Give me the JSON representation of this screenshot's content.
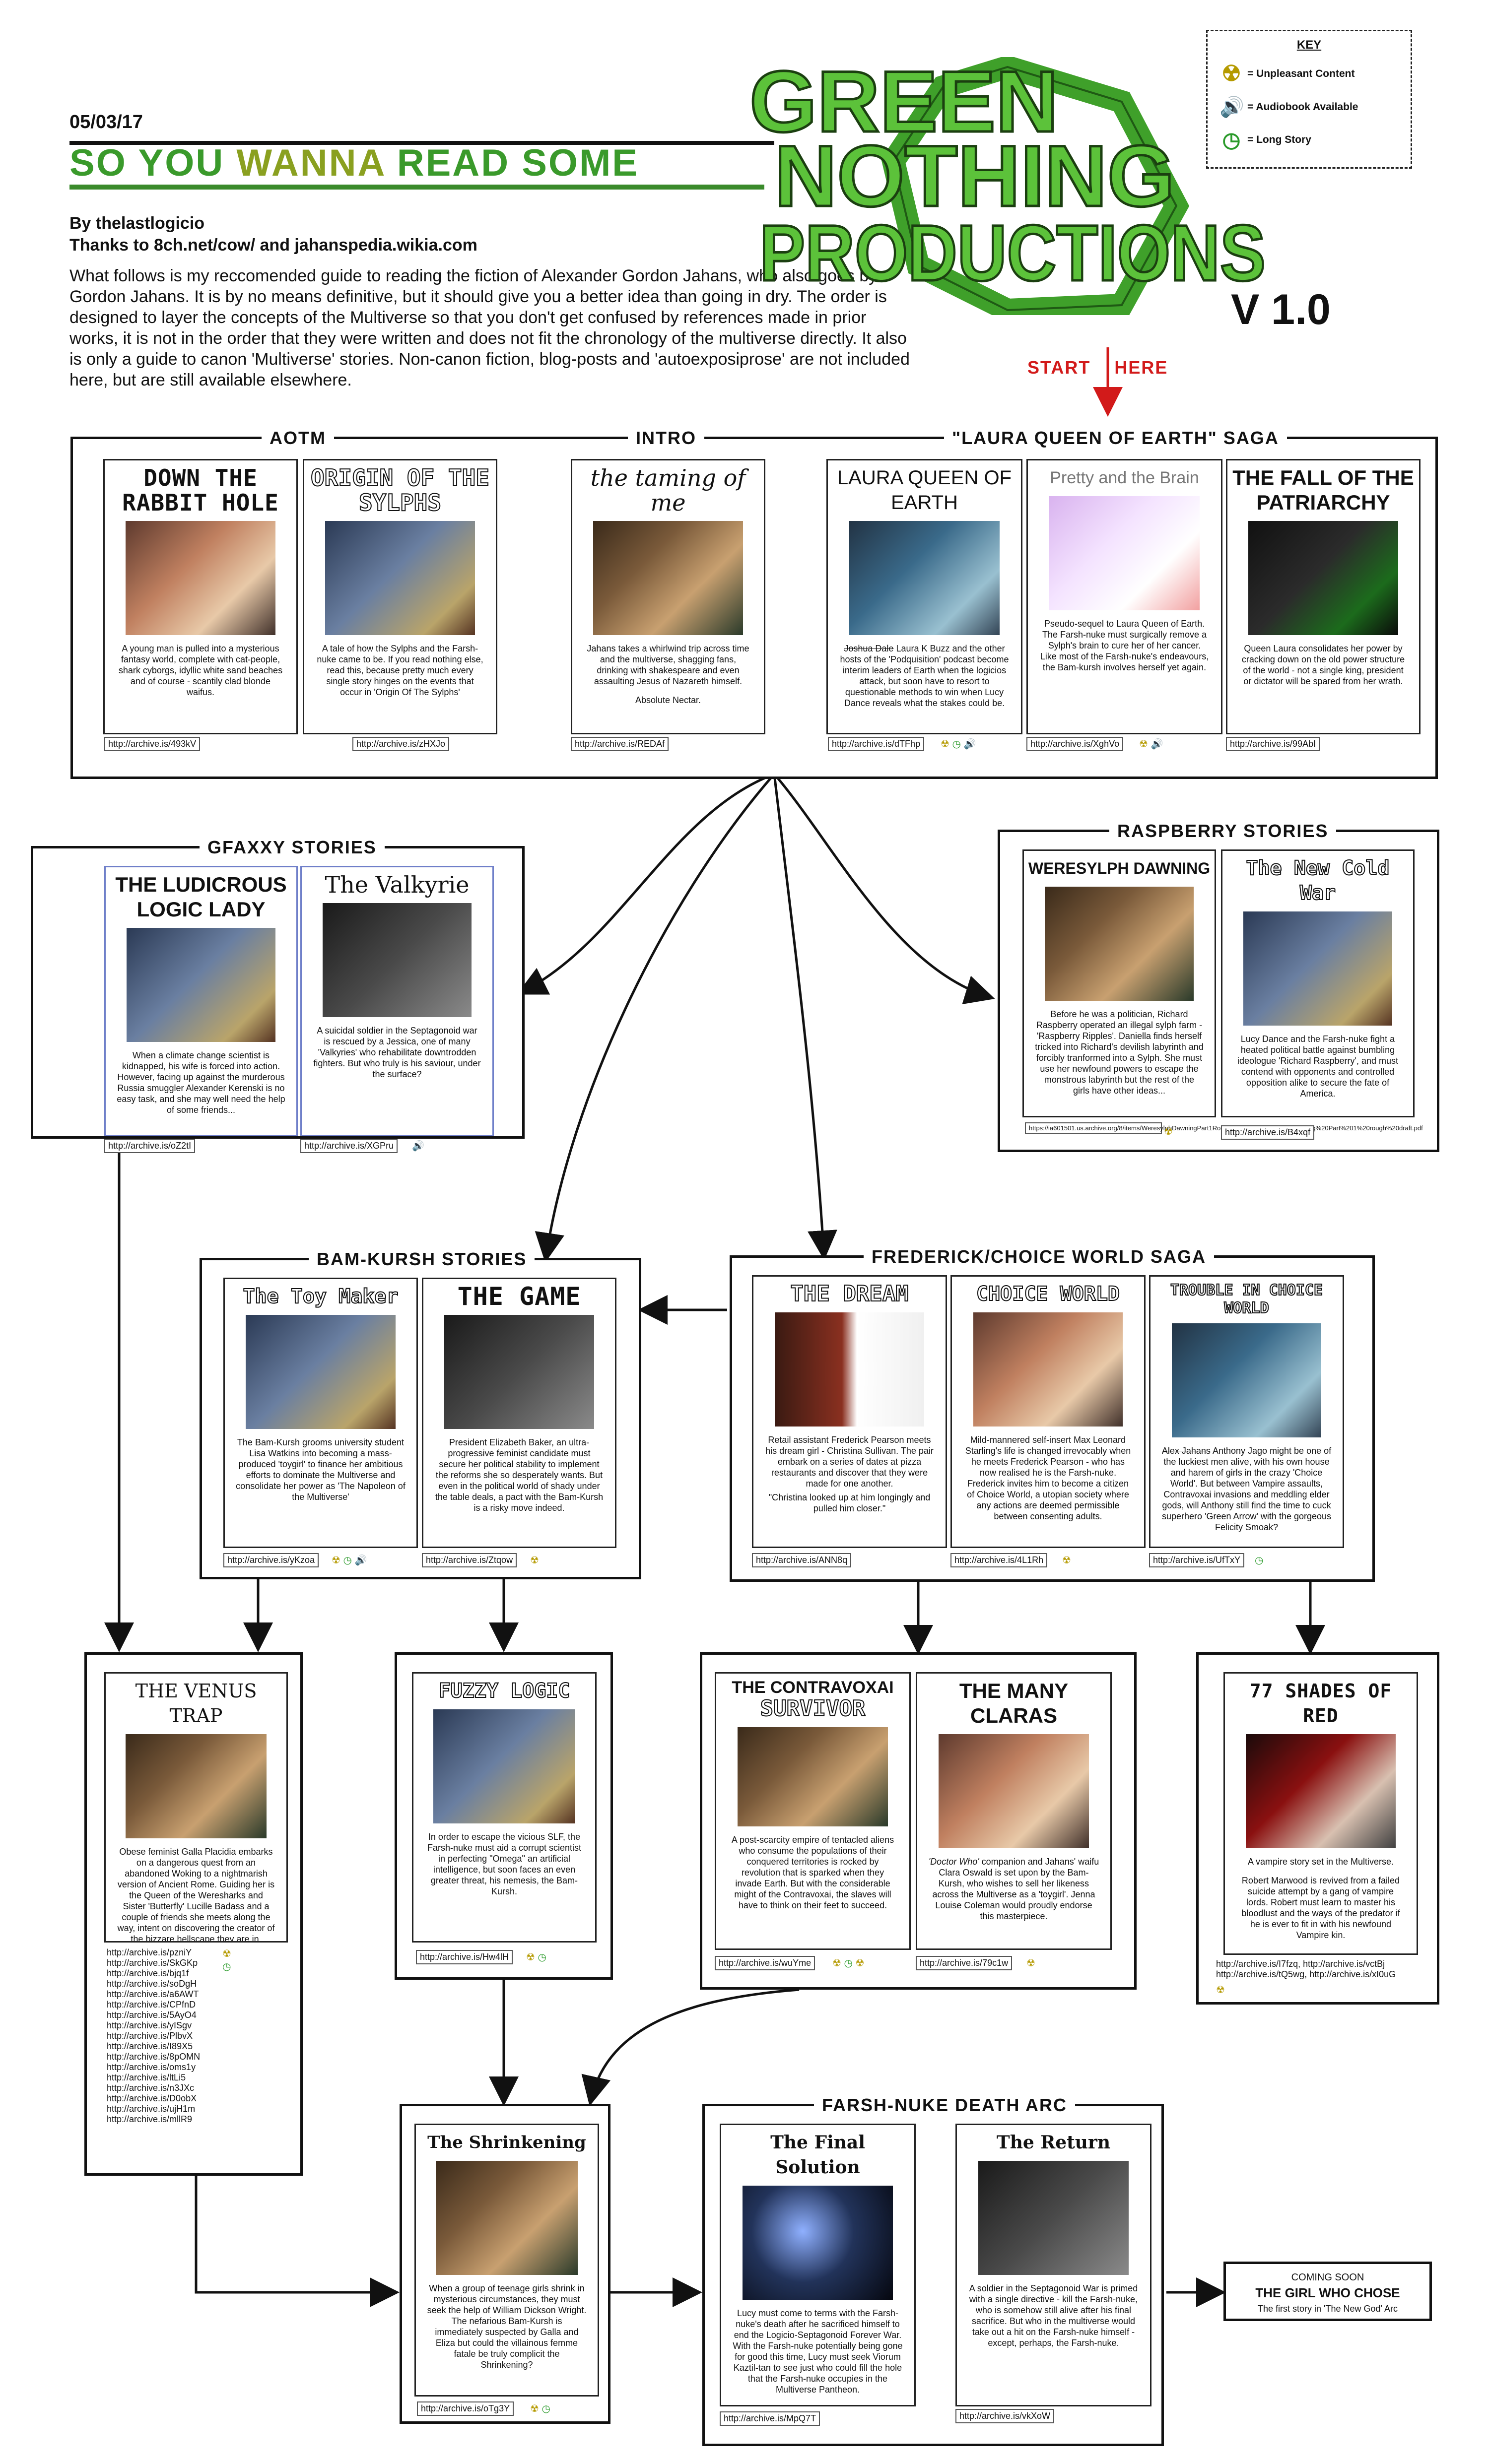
{
  "header": {
    "date": "05/03/17",
    "headline_1": "SO YOU ",
    "headline_2": "WANNA ",
    "headline_3": "READ SOME",
    "by": "By thelastlogicio",
    "thanks": "Thanks to 8ch.net/cow/ and jahanspedia.wikia.com",
    "intro": "What follows is my reccomended guide to reading the fiction of Alexander Gordon Jahans, who also goes by Gordon Jahans. It is by no means definitive, but it should give you a better idea than going in dry. The order is designed to layer the concepts of the Multiverse so that you don't get confused by references made in prior works, it is not in the order that they were written and does not fit the chronology of the multiverse directly. It also is only a guide to canon 'Multiverse' stories. Non-canon fiction, blog-posts and 'autoexposiprose' are not included here, but are still available elsewhere.",
    "logo_1": "GREEN",
    "logo_2": "NOTHING",
    "logo_3": "PRODUCTIONS",
    "version": "V 1.0",
    "start": "START",
    "here": "HERE"
  },
  "key": {
    "title": "KEY",
    "unpleasant": "= Unpleasant Content",
    "audiobook": "= Audiobook Available",
    "long": "= Long Story"
  },
  "colors": {
    "logo_green": "#3fa02a",
    "headline_green": "#3a9a2b",
    "olive": "#8aa020",
    "start_red": "#d21a1a"
  },
  "groups": {
    "aotm": "AOTM",
    "intro": "INTRO",
    "laura": "\"LAURA QUEEN OF EARTH\" SAGA",
    "gfaxxy": "GFAXXY STORIES",
    "raspberry": "RASPBERRY STORIES",
    "bamkursh": "BAM-KURSH STORIES",
    "frederick": "FREDERICK/CHOICE WORLD SAGA",
    "farsh": "FARSH-NUKE DEATH ARC"
  },
  "cards": {
    "down": {
      "title": "DOWN THE RABBIT HOLE",
      "desc": "A young man is pulled into a mysterious fantasy world, complete with cat-people, shark cyborgs, idyllic white sand beaches and of course - scantily clad blonde waifus.",
      "link": "http://archive.is/493kV"
    },
    "origin": {
      "title": "ORIGIN OF THE SYLPHS",
      "desc": "A tale of how the Sylphs and the Farsh-nuke came to be. If you read nothing else, read this, because pretty much every single story hinges on the events that occur in 'Origin Of The Sylphs'",
      "link": "http://archive.is/zHXJo"
    },
    "taming": {
      "title": "the taming of me",
      "desc": "Jahans takes a whirlwind trip across time and the multiverse, shagging fans, drinking with shakespeare and even assaulting Jesus of Nazareth himself.",
      "desc2": "Absolute Nectar.",
      "link": "http://archive.is/REDAf"
    },
    "laura": {
      "title": "LAURA QUEEN OF EARTH",
      "strike": "Joshua Dale",
      "desc": " Laura K Buzz and the other hosts of the 'Podquisition' podcast become interim leaders of Earth when the logicios attack, but soon have to resort to questionable methods to win when Lucy Dance reveals what the stakes could be.",
      "link": "http://archive.is/dTFhp"
    },
    "pretty": {
      "title": "Pretty and the Brain",
      "desc": "Pseudo-sequel to Laura Queen of Earth. The Farsh-nuke must surgically remove a Sylph's brain to cure her of her cancer. Like most of the Farsh-nuke's endeavours, the Bam-kursh involves herself yet again.",
      "link": "http://archive.is/XghVo"
    },
    "fall": {
      "title": "THE FALL OF THE PATRIARCHY",
      "desc": "Queen Laura consolidates her power by cracking down on the old power structure of the world - not a single king, president or dictator will be spared from her wrath.",
      "link": "http://archive.is/99AbI"
    },
    "ludicrous": {
      "title": "THE LUDICROUS LOGIC LADY",
      "desc": "When a climate change scientist is kidnapped, his wife is forced into action. However, facing up against the murderous Russia smuggler Alexander Kerenski is no easy task, and she may well need the help of some friends...",
      "link": "http://archive.is/oZ2tI"
    },
    "valkyrie": {
      "title": "The Valkyrie",
      "desc": "A suicidal soldier in the Septagonoid war is rescued by a Jessica, one of many 'Valkyries' who rehabilitate downtrodden fighters. But who truly is his saviour, under the surface?",
      "link": "http://archive.is/XGPru"
    },
    "weresylph": {
      "title": "WERESYLPH DAWNING",
      "desc": "Before he was a politician, Richard Raspberry operated an illegal sylph farm - 'Raspberry Ripples'. Daniella finds herself tricked into Richard's devilish labyrinth and forcibly tranformed into a Sylph. She must use her newfound powers to escape the monstrous labyrinth but the rest of the girls have other ideas...",
      "link": "https://ia601501.us.archive.org/8/items/WeresylphDawningPart1RoughDraft/Weresylph%20Dawning%20Part%201%20rough%20draft.pdf"
    },
    "coldwar": {
      "title": "The New Cold War",
      "desc": "Lucy Dance and the Farsh-nuke fight a heated political battle against bumbling ideologue 'Richard Raspberry', and must contend with opponents and controlled opposition alike to secure the fate of America.",
      "link": "http://archive.is/B4xqf"
    },
    "toymaker": {
      "title": "The Toy Maker",
      "desc": "The Bam-Kursh grooms university student Lisa Watkins into becoming a mass-produced 'toygirl' to finance her ambitious efforts to dominate the Multiverse and consolidate her power as 'The Napoleon of the Multiverse'",
      "link": "http://archive.is/yKzoa"
    },
    "game": {
      "title": "THE GAME",
      "desc": "President Elizabeth Baker, an ultra-progressive feminist candidate must secure her political stability to implement the reforms she so desperately wants. But even in the political world of shady under the table deals, a pact with the Bam-Kursh is a risky move indeed.",
      "link": "http://archive.is/Ztqow"
    },
    "dream": {
      "title": "THE DREAM",
      "desc": "Retail assistant Frederick Pearson meets his dream girl - Christina Sullivan. The pair embark on a series of dates at pizza restaurants and discover that they were made for one another.",
      "desc2": "\"Christina looked up at him longingly and pulled him closer.\"",
      "link": "http://archive.is/ANN8q"
    },
    "choice": {
      "title": "CHOICE WORLD",
      "desc": "Mild-mannered self-insert Max Leonard Starling's life is changed irrevocably when he meets Frederick Pearson - who has now realised he is the Farsh-nuke. Frederick invites him to become a citizen of Choice World, a utopian society where any actions are deemed permissible between consenting adults.",
      "link": "http://archive.is/4L1Rh"
    },
    "trouble": {
      "title": "TROUBLE IN CHOICE WORLD",
      "strike": "Alex Jahans",
      "desc": " Anthony Jago might be one of the luckiest men alive, with his own house and harem of girls in the crazy 'Choice World'. But between Vampire assaults, Contravoxai invasions and meddling elder gods, will Anthony still find the time to cuck superhero 'Green Arrow' with the gorgeous Felicity Smoak?",
      "link": "http://archive.is/UfTxY"
    },
    "venus": {
      "title": "THE VENUS TRAP",
      "desc": "Obese feminist Galla Placidia embarks on a dangerous quest from an abandoned Woking to a nightmarish version of Ancient Rome. Guiding her is the Queen of the Weresharks and Sister 'Butterfly' Lucille Badass and a couple of friends she meets along the way, intent on discovering the creator of the bizzare hellscape they are in.",
      "links": [
        "http://archive.is/pzniY",
        "http://archive.is/SkGKp",
        "http://archive.is/bjq1f",
        "http://archive.is/soDgH",
        "http://archive.is/a6AWT",
        "http://archive.is/CPfnD",
        "http://archive.is/5AyO4",
        "http://archive.is/yISgv",
        "http://archive.is/PlbvX",
        "http://archive.is/I89X5",
        "http://archive.is/8pOMN",
        "http://archive.is/oms1y",
        "http://archive.is/ltLi5",
        "http://archive.is/n3JXc",
        "http://archive.is/D0obX",
        "http://archive.is/ujH1m",
        "http://archive.is/mllR9"
      ]
    },
    "fuzzy": {
      "title": "FUZZY LOGIC",
      "desc": "In order to escape the vicious SLF, the Farsh-nuke must aid a corrupt scientist in perfecting \"Omega\" an artificial intelligence, but soon faces an even greater threat, his nemesis, the Bam-Kursh.",
      "link": "http://archive.is/Hw4lH"
    },
    "survivor_a": {
      "title": "THE CONTRAVOXAI",
      "title2": "SURVIVOR",
      "desc": "A post-scarcity empire of tentacled aliens who consume the populations of their conquered territories is rocked by revolution that is sparked when they invade Earth. But with the considerable might of the Contravoxai, the slaves will have to think on their feet to succeed.",
      "link": "http://archive.is/wuYme"
    },
    "claras": {
      "title": "THE MANY CLARAS",
      "italic": "'Doctor Who'",
      "desc": " companion and Jahans' waifu Clara Oswald is set upon by the Bam-Kursh, who wishes to sell her likeness across the Multiverse as a 'toygirl'. Jenna Louise Coleman would proudly endorse this masterpiece.",
      "link": "http://archive.is/79c1w"
    },
    "shades": {
      "title": "77 SHADES OF RED",
      "desc": "A vampire story set in the Multiverse.",
      "desc2": "Robert Marwood is revived from a failed suicide attempt by a gang of vampire lords. Robert must learn to master his bloodlust and the ways of the predator if he is ever to fit in with his newfound Vampire kin.",
      "link": "http://archive.is/I7fzq, http://archive.is/vctBj",
      "link2": "http://archive.is/tQ5wg, http://archive.is/xI0uG"
    },
    "shrinkening": {
      "title": "The Shrinkening",
      "desc": "When a group of teenage girls shrink in mysterious circumstances, they must seek the help of William Dickson Wright. The nefarious Bam-Kursh is immediately suspected by Galla and Eliza but could the villainous femme fatale be truly complicit the Shrinkening?",
      "link": "http://archive.is/oTg3Y"
    },
    "final": {
      "title": "The Final Solution",
      "desc": "Lucy must come to terms with the Farsh-nuke's death after he sacrificed himself to end the Logicio-Septagonoid Forever War. With the Farsh-nuke potentially being gone for good this time, Lucy must seek Viorum Kaztil-tan to see just who could fill the hole that the Farsh-nuke occupies in the Multiverse Pantheon.",
      "link": "http://archive.is/MpQ7T"
    },
    "return": {
      "title": "The Return",
      "desc": "A soldier in the Septagonoid War is primed with a single directive - kill the Farsh-nuke, who is somehow still alive after his final sacrifice. But who in the multiverse would take out a hit on the Farsh-nuke himself - except, perhaps, the Farsh-nuke.",
      "link": "http://archive.is/vkXoW"
    }
  },
  "soon": {
    "line1": "COMING SOON",
    "line2": "THE GIRL WHO CHOSE",
    "line3": "The first story in 'The New God' Arc"
  }
}
